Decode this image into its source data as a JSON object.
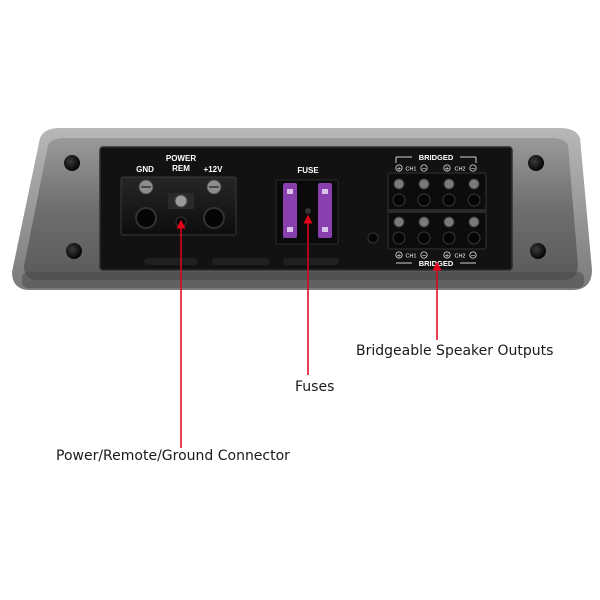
{
  "panel": {
    "terminal_labels": {
      "gnd": "GND",
      "power_line1": "POWER",
      "power_line2": "REM",
      "plus12": "+12V"
    },
    "fuse_label": "FUSE",
    "bridged_top": "BRIDGED",
    "bridged_bottom": "BRIDGED",
    "ch1": "CH1",
    "ch2": "CH2",
    "plus_glyph": "+",
    "minus_glyph": "−"
  },
  "callouts": {
    "outputs": "Bridgeable Speaker Outputs",
    "fuses": "Fuses",
    "power": "Power/Remote/Ground Connector"
  },
  "colors": {
    "pointer": "#e3001b",
    "fuse": "#8a3fae",
    "housing": "#6f6f6f",
    "panel": "#111111"
  }
}
